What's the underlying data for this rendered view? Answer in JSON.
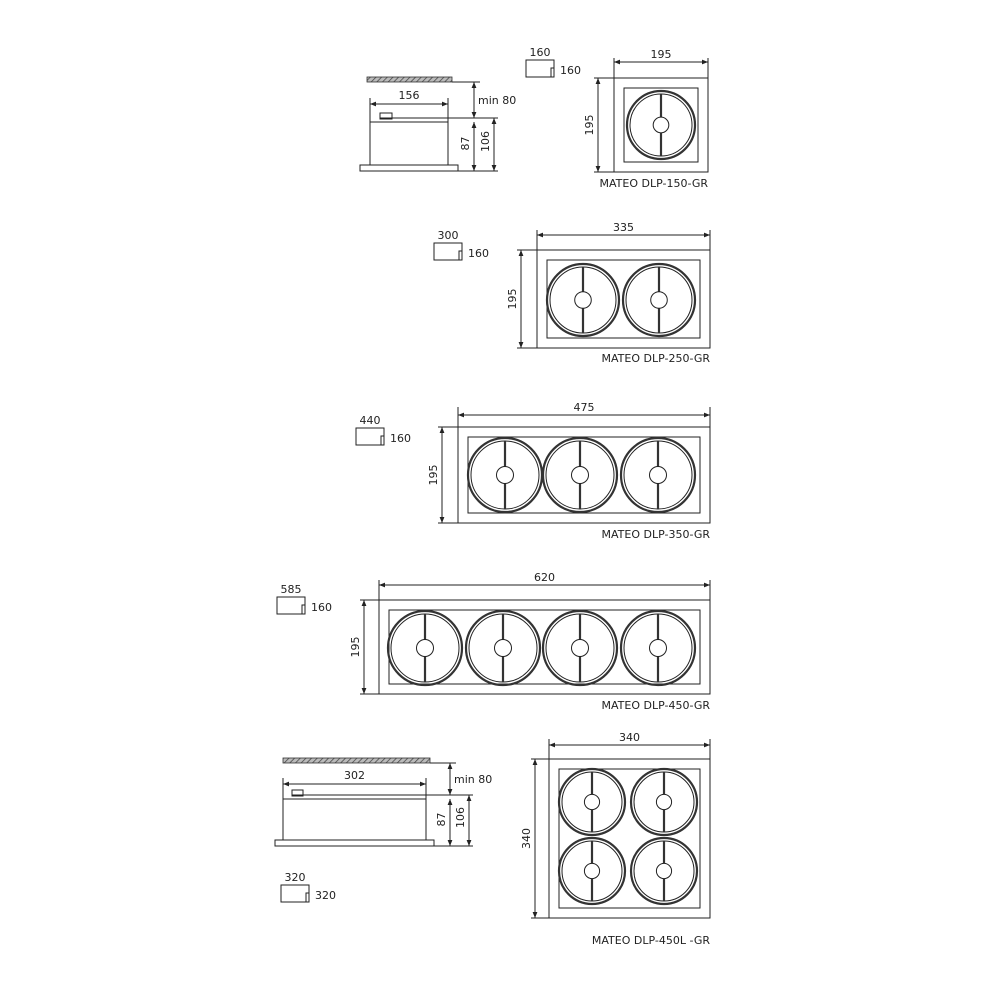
{
  "colors": {
    "line": "#222222",
    "hatch": "#555555",
    "background": "#ffffff"
  },
  "products": [
    {
      "name": "MATEO DLP-150-GR",
      "width": "195",
      "height": "195",
      "cutout_w": "160",
      "cutout_h": "160",
      "modules": 1
    },
    {
      "name": "MATEO DLP-250-GR",
      "width": "335",
      "height": "195",
      "cutout_w": "300",
      "cutout_h": "160",
      "modules": 2
    },
    {
      "name": "MATEO DLP-350-GR",
      "width": "475",
      "height": "195",
      "cutout_w": "440",
      "cutout_h": "160",
      "modules": 3
    },
    {
      "name": "MATEO DLP-450-GR",
      "width": "620",
      "height": "195",
      "cutout_w": "585",
      "cutout_h": "160",
      "modules": 4
    },
    {
      "name": "MATEO DLP-450L -GR",
      "width": "340",
      "height": "340",
      "cutout_w": "320",
      "cutout_h": "320",
      "modules": 4
    }
  ],
  "side_views": [
    {
      "body_width": "156",
      "clearance": "min 80",
      "body_height": "87",
      "total_height": "106"
    },
    {
      "body_width": "302",
      "clearance": "min 80",
      "body_height": "87",
      "total_height": "106"
    }
  ]
}
